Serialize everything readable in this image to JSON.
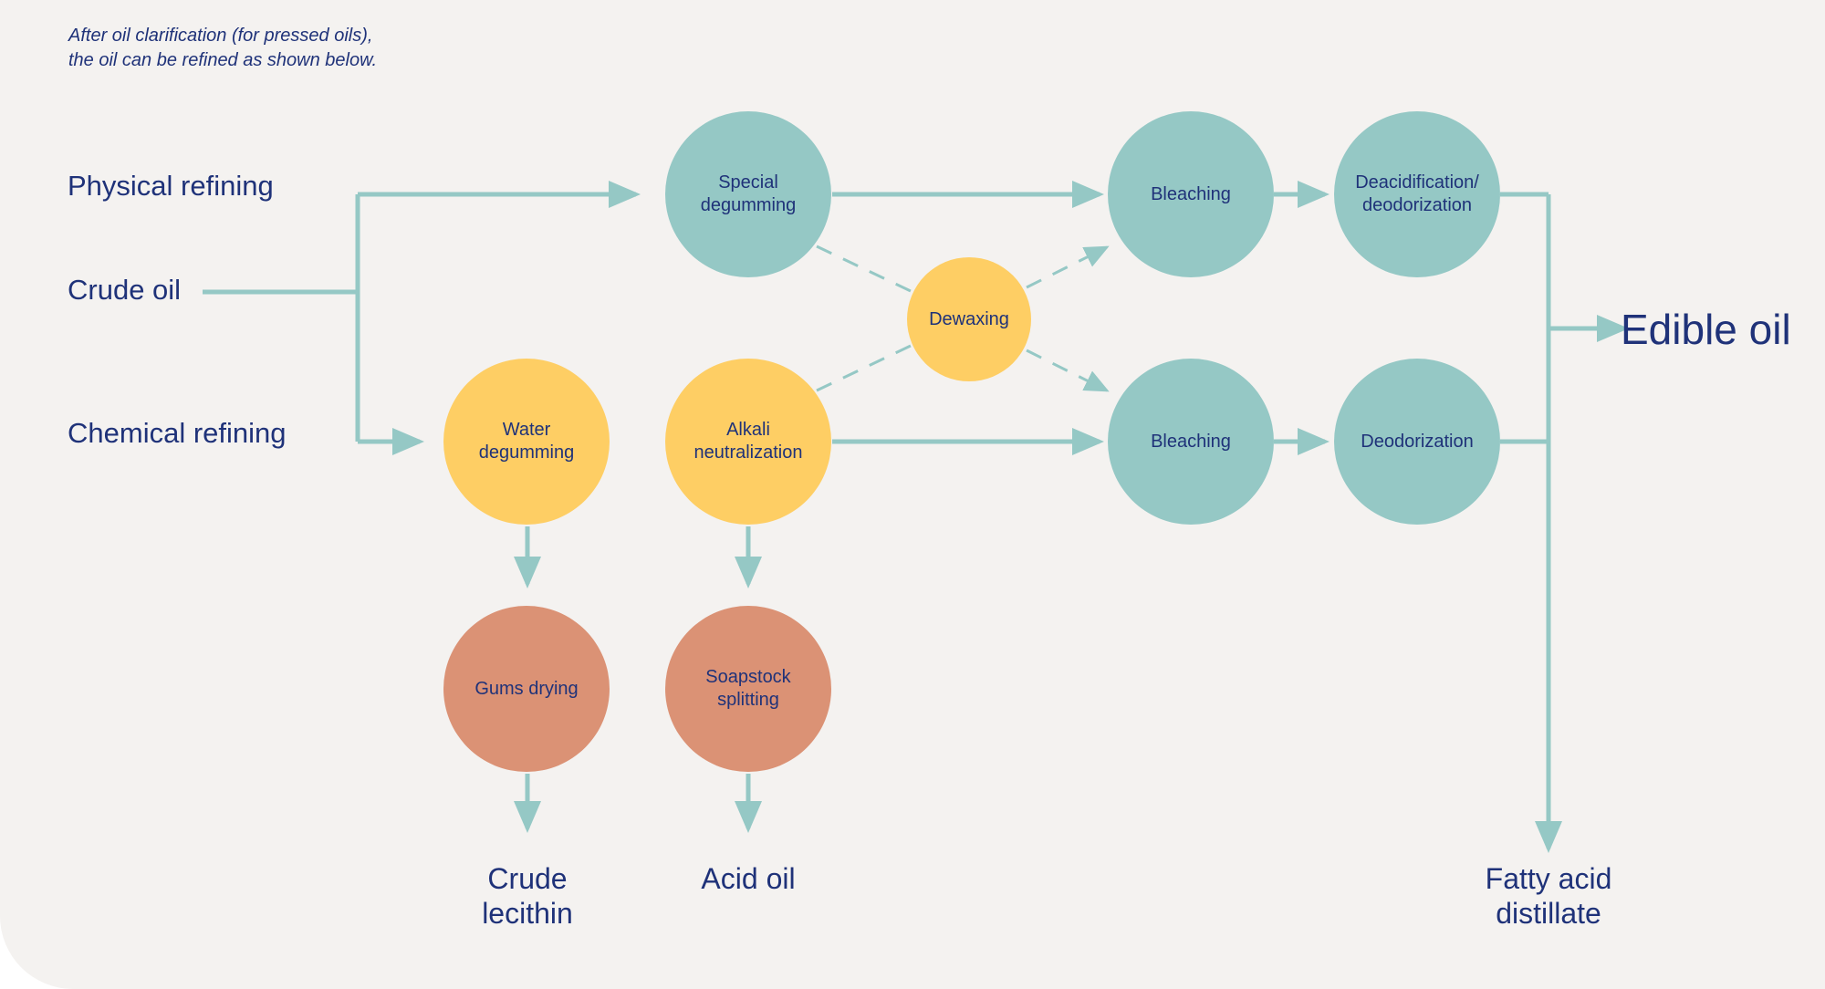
{
  "note": "After oil clarification (for pressed oils),\nthe oil can be refined as shown below.",
  "labels": {
    "physical": "Physical refining",
    "crude": "Crude oil",
    "chemical": "Chemical refining",
    "edible": "Edible oil",
    "lecithin": "Crude\nlecithin",
    "acid_oil": "Acid oil",
    "fatty": "Fatty acid\ndistillate"
  },
  "nodes": {
    "special_degumming": "Special\ndegumming",
    "bleaching_top": "Bleaching",
    "deacid": "Deacidification/\ndeodorization",
    "dewaxing": "Dewaxing",
    "water_degumming": "Water\ndegumming",
    "alkali": "Alkali\nneutralization",
    "bleaching_bottom": "Bleaching",
    "deodorization": "Deodorization",
    "gums_drying": "Gums drying",
    "soapstock": "Soapstock\nsplitting"
  },
  "colors": {
    "teal": "#95c8c5",
    "yellow": "#fece64",
    "salmon": "#db9275",
    "line": "#95c8c5",
    "text": "#1f3279"
  }
}
